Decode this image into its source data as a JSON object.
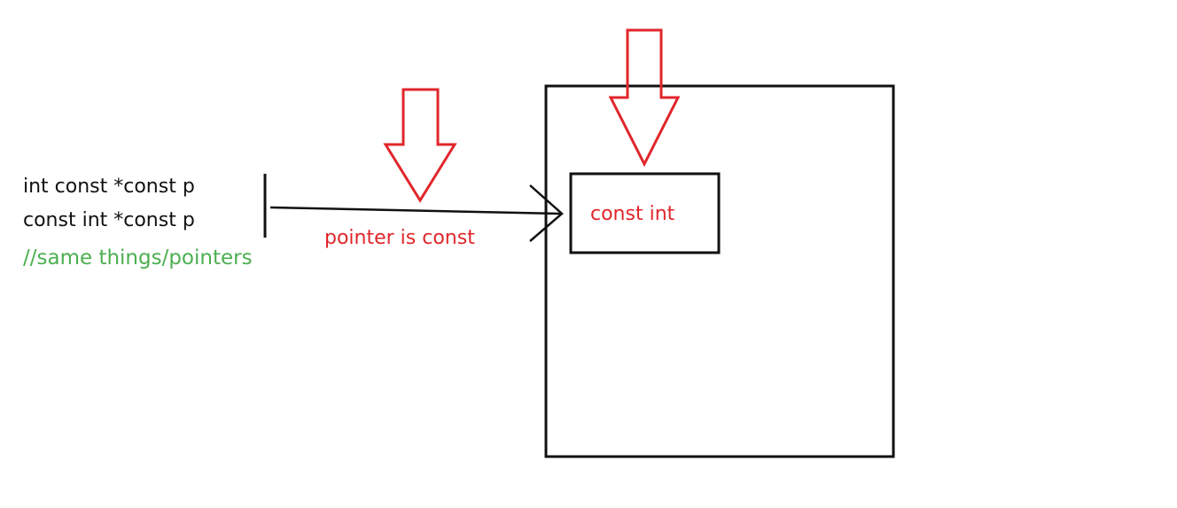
{
  "code_lines": [
    "int const *const p",
    "const int *const p"
  ],
  "comment": "//same things/pointers",
  "pointer_label": "pointer is const",
  "pointee_label": "const int",
  "colors": {
    "ink": "#111111",
    "annotation_red": "#e0262b",
    "comment_green": "#4caf50",
    "background": "#ffffff"
  }
}
